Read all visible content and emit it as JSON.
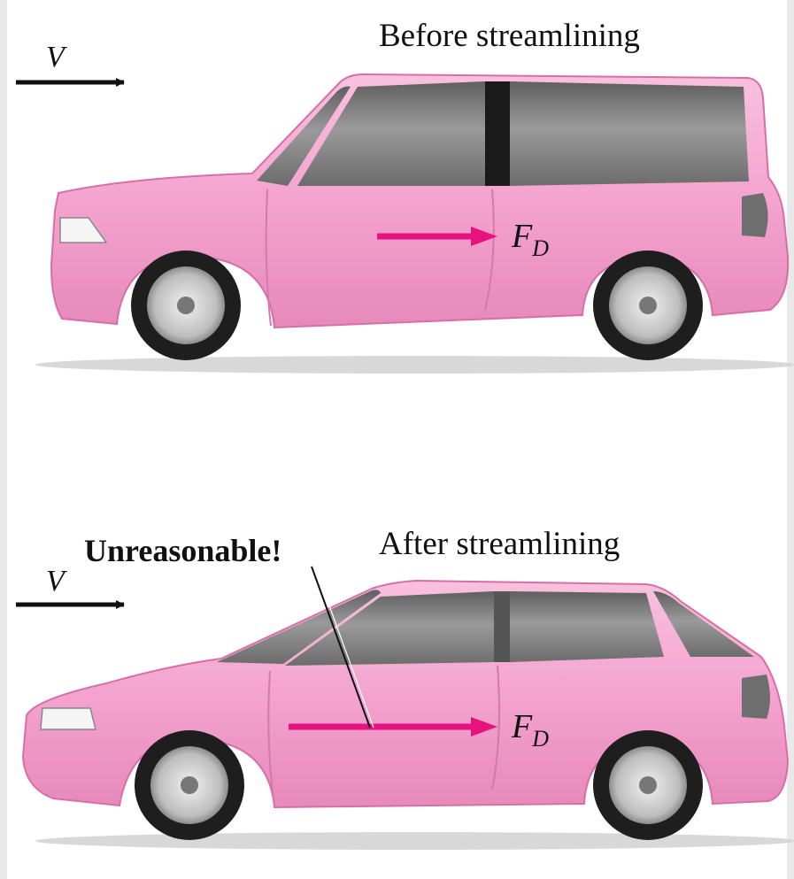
{
  "before": {
    "title": "Before streamlining",
    "velocity_symbol": "V",
    "force_symbol": "F",
    "force_subscript": "D"
  },
  "after": {
    "title": "After streamlining",
    "velocity_symbol": "V",
    "force_symbol": "F",
    "force_subscript": "D",
    "callout": "Unreasonable!"
  },
  "colors": {
    "car_body": "#f4a3cf",
    "window": "#7b7b7b",
    "force_arrow": "#e5127f",
    "velocity_arrow": "#111111",
    "ground": "#cfcfcf"
  }
}
